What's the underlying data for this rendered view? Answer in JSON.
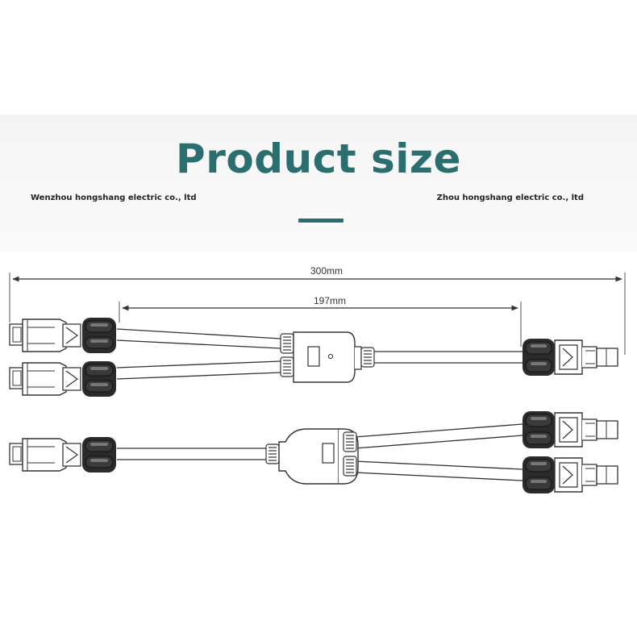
{
  "header": {
    "title": "Product size",
    "company_left": "Wenzhou hongshang electric co., ltd",
    "company_right": "Zhou hongshang electric co., ltd"
  },
  "dimensions": {
    "overall": "300mm",
    "branch": "197mm"
  },
  "colors": {
    "accent": "#2a6e70",
    "line": "#333333"
  }
}
